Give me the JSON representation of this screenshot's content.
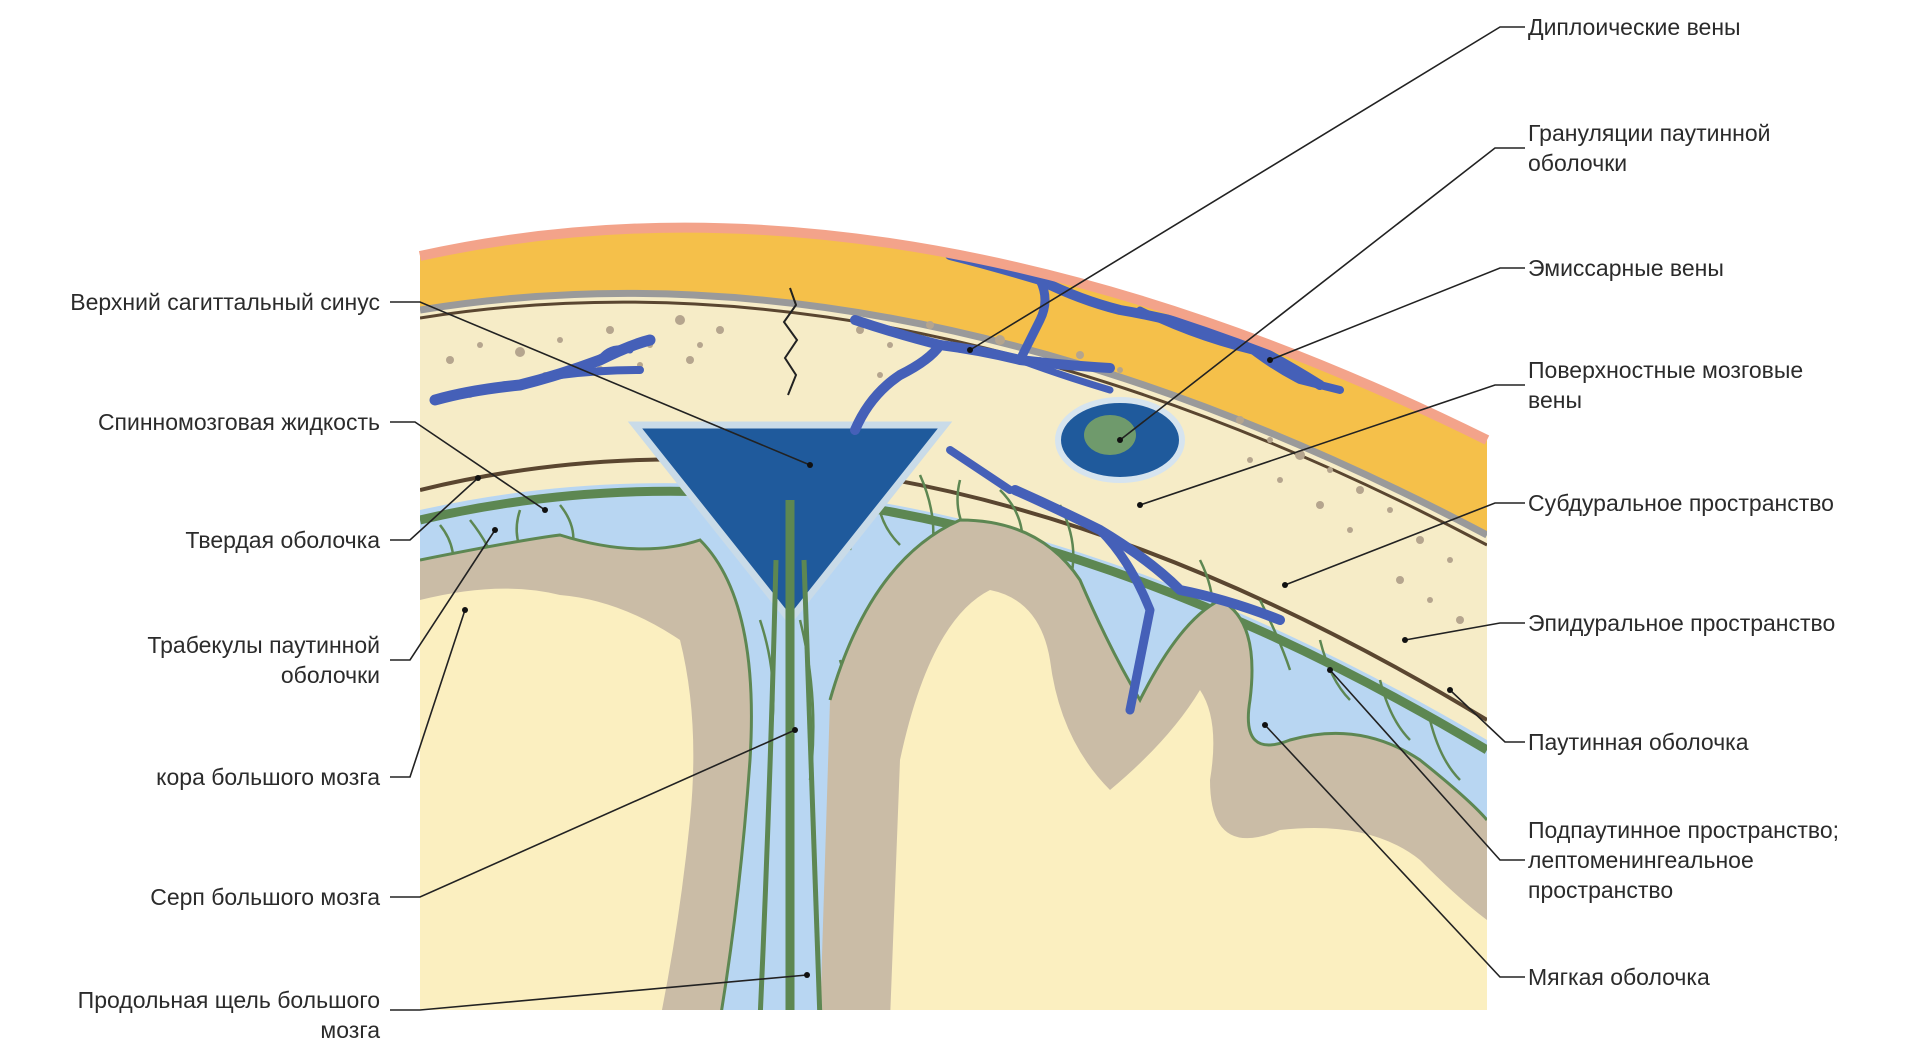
{
  "labels_left": {
    "superior_sagittal_sinus": "Верхний сагиттальный синус",
    "csf": "Спинномозговая жидкость",
    "dura_mater": "Твердая оболочка",
    "arachnoid_trabeculae": [
      "Трабекулы паутинной",
      "оболочки"
    ],
    "cerebral_cortex": "кора большого мозга",
    "falx_cerebri": "Серп большого мозга",
    "longitudinal_fissure": [
      "Продольная щель большого",
      "мозга"
    ]
  },
  "labels_right": {
    "diploic_veins": "Диплоические вены",
    "arachnoid_granulations": [
      "Грануляции паутинной",
      "оболочки"
    ],
    "emissary_veins": "Эмиссарные вены",
    "superficial_cerebral_veins": [
      "Поверхностные мозговые",
      "вены"
    ],
    "subdural_space": "Субдуральное пространство",
    "epidural_space": "Эпидуральное пространство",
    "arachnoid_mater": "Паутинная оболочка",
    "subarachnoid_space": [
      "Подпаутинное пространство;",
      "лептоменингеальное",
      "пространство"
    ],
    "pia_mater": "Мягкая оболочка"
  },
  "colors": {
    "scalp": "#f5c04a",
    "scalp_edge": "#f3a38a",
    "bone": "#f6ecc7",
    "bone_speckle": "#b5a58e",
    "dura": "#6a5030",
    "arachnoid": "#5d8752",
    "subarachnoid": "#b8d6f2",
    "cortex_gray": "#cabca6",
    "white_matter": "#fbefc0",
    "sinus": "#1f5a9c",
    "vein": "#4560b8"
  }
}
